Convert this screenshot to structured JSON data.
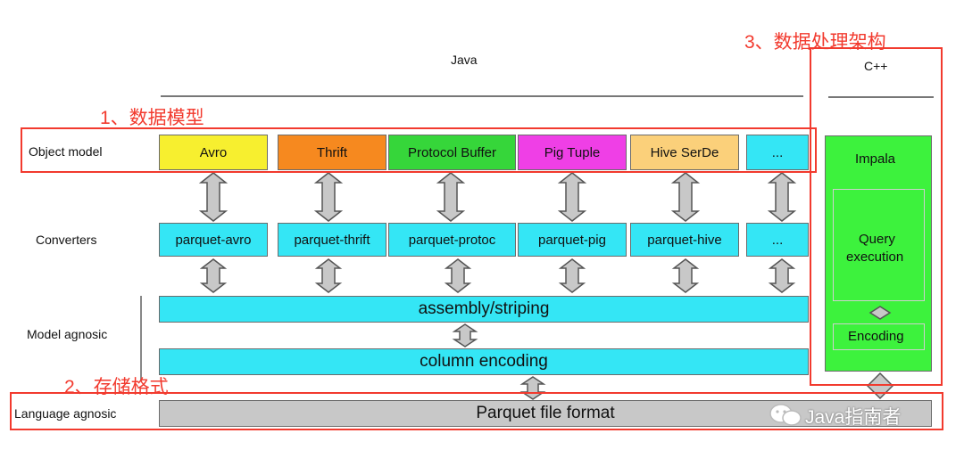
{
  "top": {
    "java_label": "Java",
    "cpp_label": "C++"
  },
  "rows": {
    "object_model": "Object model",
    "converters": "Converters",
    "model_agnostic": "Model agnosic",
    "language_agnostic": "Language agnosic"
  },
  "object_models": [
    {
      "label": "Avro",
      "color": "#f7ef2f"
    },
    {
      "label": "Thrift",
      "color": "#f6891f"
    },
    {
      "label": "Protocol Buffer",
      "color": "#36d63a"
    },
    {
      "label": "Pig Tuple",
      "color": "#ef3fe6"
    },
    {
      "label": "Hive SerDe",
      "color": "#fbd07a"
    },
    {
      "label": "...",
      "color": "#34e6f5"
    }
  ],
  "converters": [
    "parquet-avro",
    "parquet-thrift",
    "parquet-protoc",
    "parquet-pig",
    "parquet-hive",
    "..."
  ],
  "layers": {
    "assembly": "assembly/striping",
    "column_encoding": "column encoding",
    "file_format": "Parquet file format"
  },
  "impala": {
    "title": "Impala",
    "query_line1": "Query",
    "query_line2": "execution",
    "encoding": "Encoding",
    "color": "#3df23d"
  },
  "annotations": {
    "data_model": "1、数据模型",
    "storage_format": "2、存储格式",
    "processing": "3、数据处理架构",
    "annotation_color": "#f23a2e"
  },
  "watermark": "Java指南者",
  "colors": {
    "cyan": "#34e6f5",
    "gray": "#c8c8c8"
  }
}
